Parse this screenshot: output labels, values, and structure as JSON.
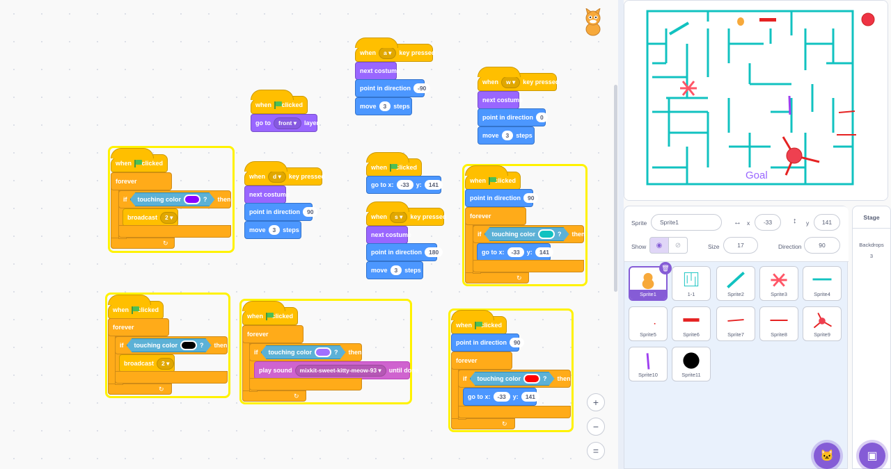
{
  "workspace": {
    "scripts": {
      "s1": {
        "hat": [
          "when",
          "clicked"
        ],
        "goto": [
          "go to",
          "front",
          "layer"
        ]
      },
      "s2": {
        "hat": [
          "when",
          "clicked"
        ],
        "forever": "forever",
        "if": "if",
        "cond": "touching color",
        "q": "?",
        "then": "then",
        "broadcast": "broadcast",
        "msg": "2"
      },
      "s3": {
        "hat": [
          "when",
          "d",
          "key pressed"
        ],
        "costume": "next costume",
        "point": "point in direction",
        "dir": "90",
        "move": "move",
        "steps_n": "3",
        "steps": "steps"
      },
      "s4": {
        "hat": [
          "when",
          "a",
          "key pressed"
        ],
        "costume": "next costume",
        "point": "point in direction",
        "dir": "-90",
        "move": "move",
        "steps_n": "3",
        "steps": "steps"
      },
      "s5": {
        "hat": [
          "when",
          "clicked"
        ],
        "goto": "go to x:",
        "x": "-33",
        "ylabel": "y:",
        "y": "141"
      },
      "s6": {
        "hat": [
          "when",
          "s",
          "key pressed"
        ],
        "costume": "next costume",
        "point": "point in direction",
        "dir": "180",
        "move": "move",
        "steps_n": "3",
        "steps": "steps"
      },
      "s7": {
        "hat": [
          "when",
          "w",
          "key pressed"
        ],
        "costume": "next costume",
        "point": "point in direction",
        "dir": "0",
        "move": "move",
        "steps_n": "3",
        "steps": "steps"
      },
      "s8": {
        "hat": [
          "when",
          "clicked"
        ],
        "point": "point in direction",
        "dir": "90",
        "forever": "forever",
        "if": "if",
        "cond": "touching color",
        "q": "?",
        "then": "then",
        "goto": "go to x:",
        "x": "-33",
        "ylabel": "y:",
        "y": "141"
      },
      "s9": {
        "hat": [
          "when",
          "clicked"
        ],
        "forever": "forever",
        "if": "if",
        "cond": "touching color",
        "q": "?",
        "then": "then",
        "broadcast": "broadcast",
        "msg": "2"
      },
      "s10": {
        "hat": [
          "when",
          "clicked"
        ],
        "forever": "forever",
        "if": "if",
        "cond": "touching color",
        "q": "?",
        "then": "then",
        "play": "play sound",
        "sound": "mixkit-sweet-kitty-meow-93",
        "until": "until done"
      },
      "s11": {
        "hat": [
          "when",
          "clicked"
        ],
        "point": "point in direction",
        "dir": "90",
        "forever": "forever",
        "if": "if",
        "cond": "touching color",
        "q": "?",
        "then": "then",
        "goto": "go to x:",
        "x": "-33",
        "ylabel": "y:",
        "y": "141"
      }
    },
    "colors": {
      "purple": "#8a00ff",
      "teal": "#11c2c0",
      "black": "#000000",
      "lavender": "#a070ff",
      "red": "#ff0000"
    },
    "zoom": {
      "in": "+",
      "out": "−",
      "reset": "="
    }
  },
  "stage": {
    "goal_text": "Goal"
  },
  "sprite_info": {
    "sprite_label": "Sprite",
    "sprite_name": "Sprite1",
    "x_label": "x",
    "x": "-33",
    "y_label": "y",
    "y": "141",
    "show_label": "Show",
    "size_label": "Size",
    "size": "17",
    "direction_label": "Direction",
    "direction": "90"
  },
  "sprites": [
    "Sprite1",
    "1-1",
    "Sprite2",
    "Sprite3",
    "Sprite4",
    "Sprite5",
    "Sprite6",
    "Sprite7",
    "Sprite8",
    "Sprite9",
    "Sprite10",
    "Sprite11"
  ],
  "stage_panel": {
    "title": "Stage",
    "backdrops_label": "Backdrops",
    "backdrops_count": "3"
  }
}
